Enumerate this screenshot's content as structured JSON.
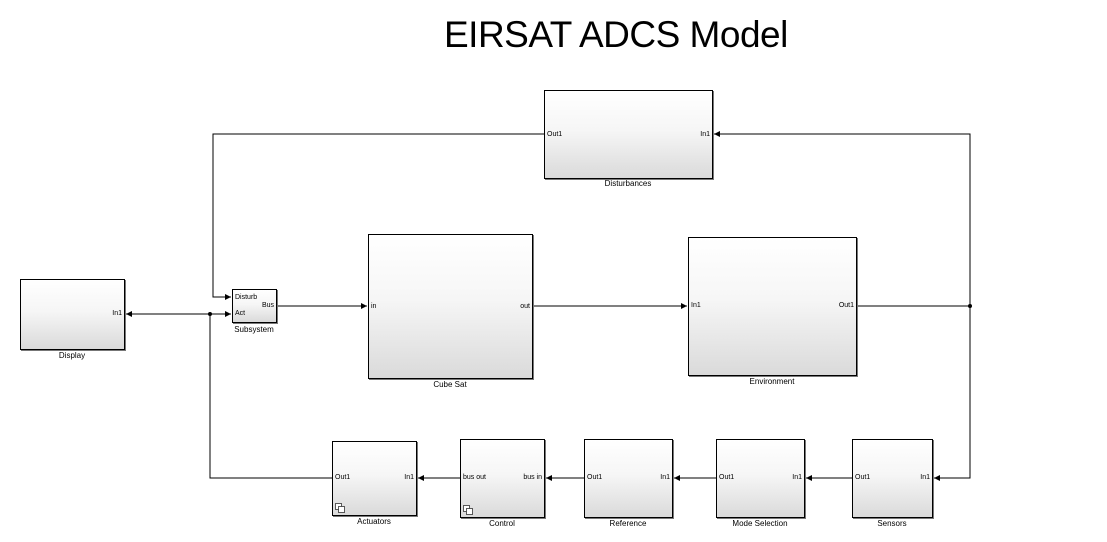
{
  "title": "EIRSAT ADCS Model",
  "blocks": {
    "disturbances": {
      "caption": "Disturbances",
      "out_port": "Out1",
      "in_port": "In1"
    },
    "display": {
      "caption": "Display",
      "in_port": "In1"
    },
    "subsystem": {
      "caption": "Subsystem",
      "in_port_1": "Disturb",
      "in_port_2": "Act",
      "out_port": "Bus"
    },
    "cube_sat": {
      "caption": "Cube Sat",
      "in_port": "in",
      "out_port": "out"
    },
    "environment": {
      "caption": "Environment",
      "in_port": "In1",
      "out_port": "Out1"
    },
    "actuators": {
      "caption": "Actuators",
      "out_port": "Out1",
      "in_port": "In1"
    },
    "control": {
      "caption": "Control",
      "out_port": "bus out",
      "in_port": "bus in"
    },
    "reference": {
      "caption": "Reference",
      "out_port": "Out1",
      "in_port": "In1"
    },
    "mode_selection": {
      "caption": "Mode Selection",
      "out_port": "Out1",
      "in_port": "In1"
    },
    "sensors": {
      "caption": "Sensors",
      "out_port": "Out1",
      "in_port": "In1"
    }
  }
}
